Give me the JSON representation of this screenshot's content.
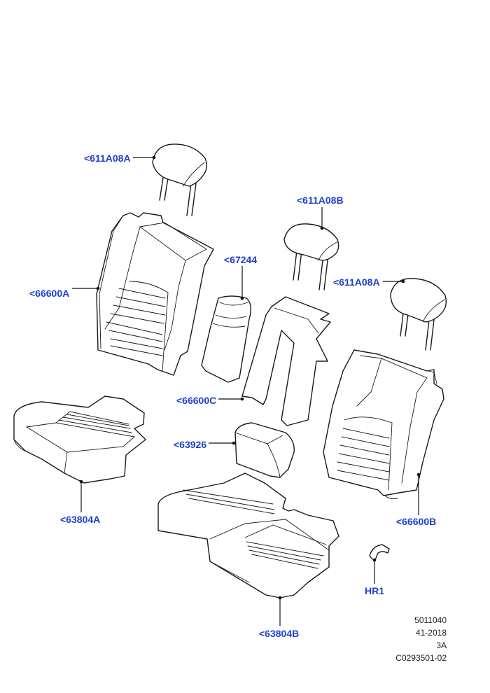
{
  "callouts": {
    "headrest_top_left": "<611A08A",
    "headrest_center": "<611A08B",
    "headrest_right": "<611A08A",
    "armrest": "<67244",
    "backrest_left": "<66600A",
    "backrest_center": "<66600C",
    "backrest_right": "<66600B",
    "armrest_pad": "<63926",
    "cushion_left": "<63804A",
    "cushion_bottom": "<63804B",
    "clip": "HR1"
  },
  "reference": {
    "line1": "5011040",
    "line2": "41-2018",
    "line3": "3A",
    "line4": "C0293501-02"
  },
  "colors": {
    "callout": "#1f3fd1",
    "line": "#1a1a1a"
  }
}
